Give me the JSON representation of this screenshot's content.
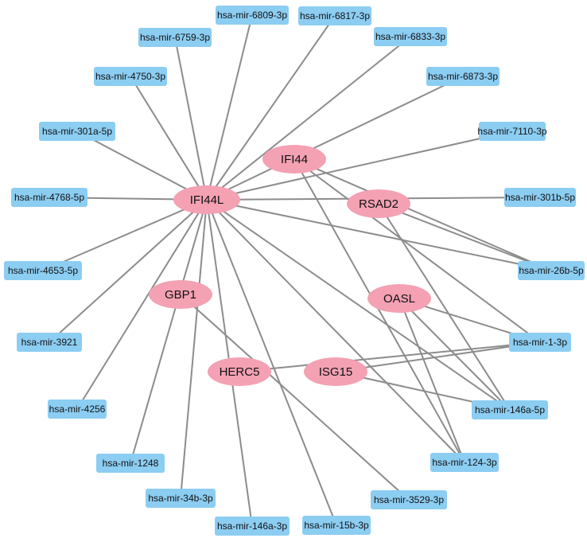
{
  "network": {
    "genes": [
      {
        "id": "IFI44L",
        "label": "IFI44L"
      },
      {
        "id": "IFI44",
        "label": "IFI44"
      },
      {
        "id": "RSAD2",
        "label": "RSAD2"
      },
      {
        "id": "GBP1",
        "label": "GBP1"
      },
      {
        "id": "OASL",
        "label": "OASL"
      },
      {
        "id": "HERC5",
        "label": "HERC5"
      },
      {
        "id": "ISG15",
        "label": "ISG15"
      }
    ],
    "mirnas": [
      {
        "id": "6809-3p",
        "label": "hsa-mir-6809-3p"
      },
      {
        "id": "6817-3p",
        "label": "hsa-mir-6817-3p"
      },
      {
        "id": "6759-3p",
        "label": "hsa-mir-6759-3p"
      },
      {
        "id": "6833-3p",
        "label": "hsa-mir-6833-3p"
      },
      {
        "id": "4750-3p",
        "label": "hsa-mir-4750-3p"
      },
      {
        "id": "6873-3p",
        "label": "hsa-mir-6873-3p"
      },
      {
        "id": "301a-5p",
        "label": "hsa-mir-301a-5p"
      },
      {
        "id": "7110-3p",
        "label": "hsa-mir-7110-3p"
      },
      {
        "id": "4768-5p",
        "label": "hsa-mir-4768-5p"
      },
      {
        "id": "301b-5p",
        "label": "hsa-mir-301b-5p"
      },
      {
        "id": "4653-5p",
        "label": "hsa-mir-4653-5p"
      },
      {
        "id": "26b-5p",
        "label": "hsa-mir-26b-5p"
      },
      {
        "id": "3921",
        "label": "hsa-mir-3921"
      },
      {
        "id": "1-3p",
        "label": "hsa-mir-1-3p"
      },
      {
        "id": "4256",
        "label": "hsa-mir-4256"
      },
      {
        "id": "146a-5p",
        "label": "hsa-mir-146a-5p"
      },
      {
        "id": "1248",
        "label": "hsa-mir-1248"
      },
      {
        "id": "124-3p",
        "label": "hsa-mir-124-3p"
      },
      {
        "id": "34b-3p",
        "label": "hsa-mir-34b-3p"
      },
      {
        "id": "3529-3p",
        "label": "hsa-mir-3529-3p"
      },
      {
        "id": "146a-3p",
        "label": "hsa-mir-146a-3p"
      },
      {
        "id": "15b-3p",
        "label": "hsa-mir-15b-3p"
      }
    ],
    "edges": [
      [
        "IFI44L",
        "6809-3p"
      ],
      [
        "IFI44L",
        "6817-3p"
      ],
      [
        "IFI44L",
        "6759-3p"
      ],
      [
        "IFI44L",
        "6833-3p"
      ],
      [
        "IFI44L",
        "4750-3p"
      ],
      [
        "IFI44L",
        "6873-3p"
      ],
      [
        "IFI44L",
        "301a-5p"
      ],
      [
        "IFI44L",
        "7110-3p"
      ],
      [
        "IFI44L",
        "4768-5p"
      ],
      [
        "IFI44L",
        "301b-5p"
      ],
      [
        "IFI44L",
        "4653-5p"
      ],
      [
        "IFI44L",
        "26b-5p"
      ],
      [
        "IFI44L",
        "3921"
      ],
      [
        "IFI44L",
        "4256"
      ],
      [
        "IFI44L",
        "1248"
      ],
      [
        "IFI44L",
        "34b-3p"
      ],
      [
        "IFI44L",
        "146a-3p"
      ],
      [
        "IFI44L",
        "15b-3p"
      ],
      [
        "IFI44L",
        "124-3p"
      ],
      [
        "IFI44L",
        "146a-5p"
      ],
      [
        "IFI44",
        "26b-5p"
      ],
      [
        "IFI44",
        "1-3p"
      ],
      [
        "IFI44",
        "124-3p"
      ],
      [
        "RSAD2",
        "26b-5p"
      ],
      [
        "RSAD2",
        "146a-5p"
      ],
      [
        "GBP1",
        "3529-3p"
      ],
      [
        "OASL",
        "1-3p"
      ],
      [
        "OASL",
        "146a-5p"
      ],
      [
        "OASL",
        "124-3p"
      ],
      [
        "HERC5",
        "1-3p"
      ],
      [
        "ISG15",
        "1-3p"
      ],
      [
        "ISG15",
        "146a-5p"
      ]
    ],
    "colors": {
      "mirna_node": "#8ccdf2",
      "gene_node": "#f3a1b3",
      "edge": "#8c8c8c"
    }
  }
}
